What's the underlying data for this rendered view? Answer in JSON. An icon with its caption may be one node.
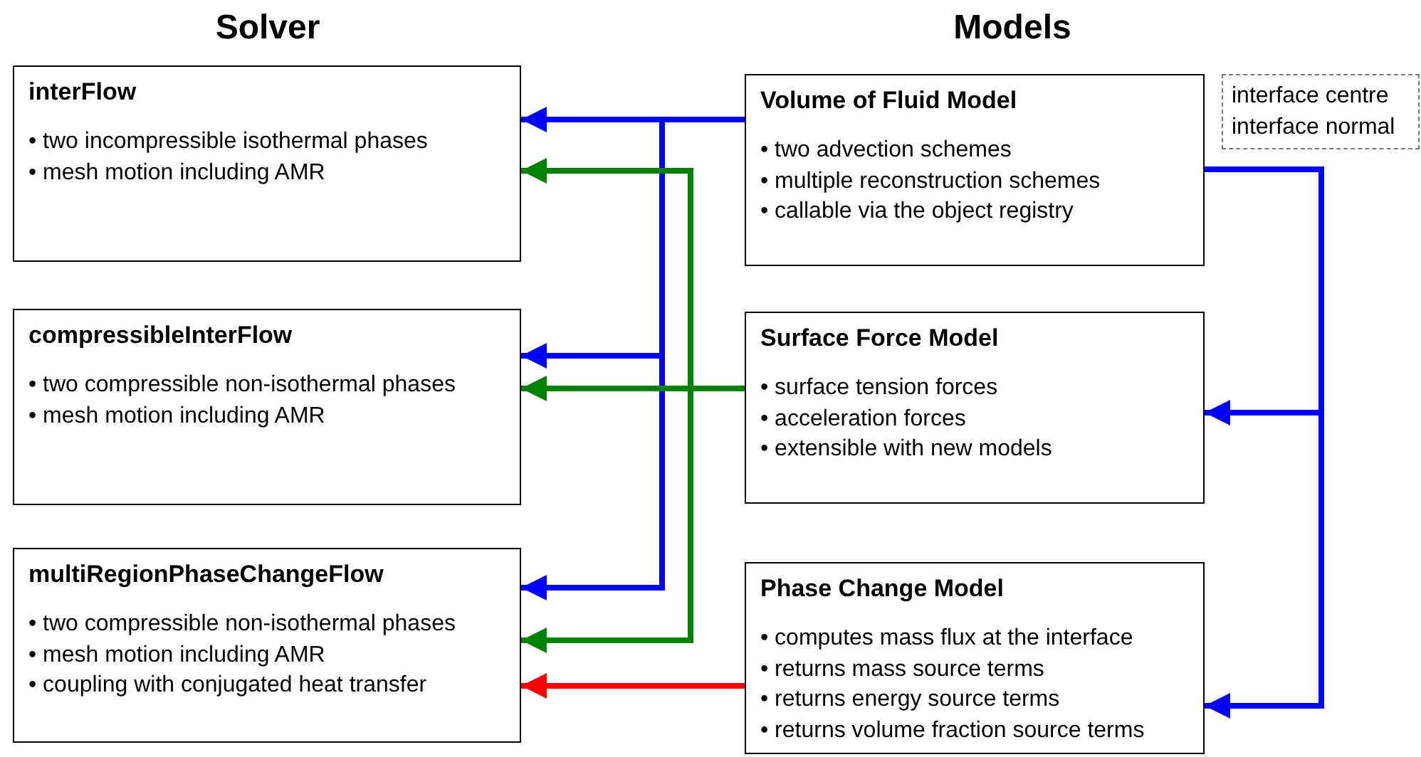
{
  "diagram": {
    "nodes": [
      {
        "text": [
          "interFlow",
          "• two incompressible isothermal phases",
          "• mesh motion including AMR"
        ]
      },
      {
        "text": [
          "compressibleInterFlow",
          "• two compressible non-isothermal phases",
          "• mesh motion including AMR"
        ]
      },
      {
        "text": [
          "multiRegionPhaseChangeFlow",
          "• two compressible non-isothermal phases",
          "• mesh motion including AMR",
          "• coupling with conjugated heat transfer"
        ]
      },
      {
        "text": [
          "Volume of Fluid Model",
          "• two advection schemes",
          "• multiple reconstruction schemes",
          "• callable via the object registry"
        ]
      },
      {
        "text": [
          "Surface Force Model",
          "• surface tension forces",
          "• acceleration forces",
          "• extensible with new models"
        ]
      },
      {
        "text": [
          "Phase Change Model",
          "• computes mass flux at the interface",
          "• returns mass source terms",
          "• returns energy source terms",
          "• returns volume fraction source terms"
        ]
      },
      {
        "text": [
          "interface centre",
          "interface normal"
        ]
      }
    ],
    "edges": [
      {
        "from": 3,
        "to": 0,
        "arrow": "to"
      },
      {
        "from": 3,
        "to": 1,
        "arrow": "to"
      },
      {
        "from": 3,
        "to": 2,
        "arrow": "to"
      },
      {
        "from": 4,
        "to": 0,
        "arrow": "to",
        "color": "#008000"
      },
      {
        "from": 4,
        "to": 1,
        "arrow": "to",
        "color": "#008000"
      },
      {
        "from": 4,
        "to": 2,
        "arrow": "to",
        "color": "#008000"
      },
      {
        "from": 5,
        "to": 2,
        "arrow": "to",
        "color": "#ff0000"
      },
      {
        "from": 3,
        "to": 4,
        "arrow": "to"
      },
      {
        "from": 3,
        "to": 5,
        "arrow": "to"
      }
    ],
    "labels": [
      "Solver",
      "Models"
    ]
  }
}
